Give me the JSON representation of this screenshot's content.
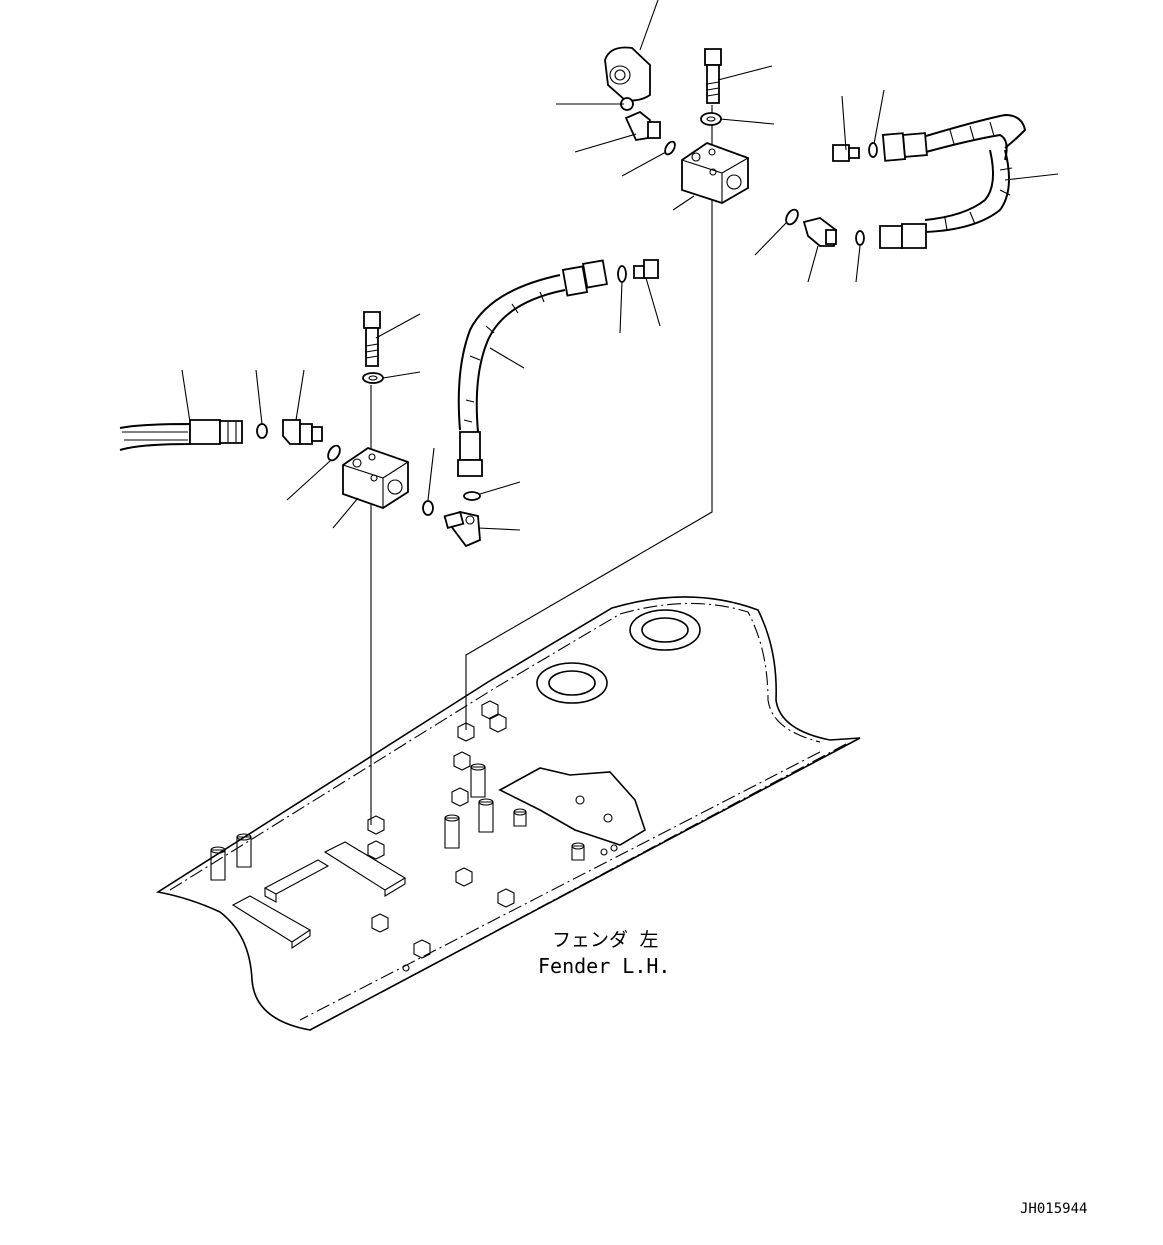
{
  "fender_label": {
    "jp": "フェンダ 左",
    "en": "Fender L.H."
  },
  "drawing_id": "JH015944"
}
